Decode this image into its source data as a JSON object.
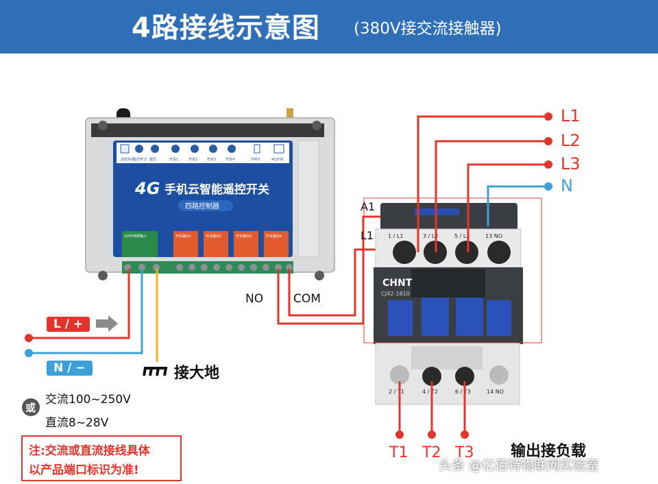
{
  "header": {
    "title": "4路接线示意图",
    "subtitle": "(380V接交流接触器)"
  },
  "device": {
    "panel_title_prefix": "4G",
    "panel_title": "手机云智能遥控开关",
    "panel_subtitle": "四路控制器",
    "buttons": [
      "遥控关闭",
      "遥控学习",
      "模式",
      "开关1",
      "开关2",
      "开关3",
      "开关4"
    ],
    "indicators": [
      "SIM卡",
      "4G天线"
    ],
    "power_label": "220V电源输入",
    "relay_labels": [
      "开关输出1",
      "开关输出2",
      "开关输出3",
      "开关输出4"
    ]
  },
  "power": {
    "l_label": "L / +",
    "n_label": "N / −",
    "ground_label": "接大地",
    "or_label": "或",
    "ac_range": "交流100~250V",
    "dc_range": "直流8~28V"
  },
  "relay_terminals": {
    "no": "NO",
    "com": "COM"
  },
  "contactor": {
    "brand": "CHNT",
    "model": "CJX2-1810",
    "coil_a1": "A1",
    "coil_l1": "L1",
    "top_terminals": [
      "1 / L1",
      "3 / L2",
      "5 / L3",
      "13 NO"
    ],
    "bottom_terminals": [
      "2 / T1",
      "4 / T2",
      "6 / T3",
      "14 NO"
    ]
  },
  "lines": {
    "l1": "L1",
    "l2": "L2",
    "l3": "L3",
    "n": "N"
  },
  "outputs": {
    "t1": "T1",
    "t2": "T2",
    "t3": "T3",
    "load_label": "输出接负载"
  },
  "note": {
    "line1": "注:交流或直流接线具体",
    "line2": "以产品端口标识为准!"
  },
  "watermark": "头条 @亿佰特物联网实验室",
  "colors": {
    "header_bg": "#2f6fb7",
    "wire_red": "#e0352b",
    "wire_blue": "#3da0d8",
    "wire_yellow": "#f2b31b",
    "panel_blue": "#1d4fa0"
  }
}
